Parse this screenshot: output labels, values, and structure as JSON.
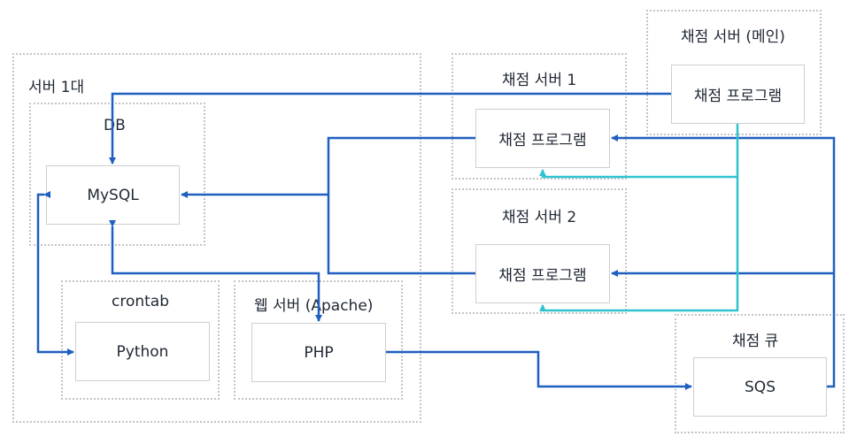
{
  "colors": {
    "primary_edge": "#1f5fbf",
    "secondary_edge": "#2ec4cf",
    "group_border": "#c4c4c8",
    "node_border": "#cfcfd3",
    "text": "#1f2733"
  },
  "groups": {
    "server1": {
      "label": "서버 1대"
    },
    "db": {
      "label": "DB"
    },
    "crontab": {
      "label": "crontab"
    },
    "web": {
      "label": "웹 서버 (Apache)"
    },
    "grader1": {
      "label": "채점 서버 1"
    },
    "grader2": {
      "label": "채점 서버 2"
    },
    "grader_main": {
      "label": "채점 서버 (메인)"
    },
    "queue": {
      "label": "채점 큐"
    }
  },
  "nodes": {
    "mysql": {
      "label": "MySQL"
    },
    "python": {
      "label": "Python"
    },
    "php": {
      "label": "PHP"
    },
    "grader1_prog": {
      "label": "채점 프로그램"
    },
    "grader2_prog": {
      "label": "채점 프로그램"
    },
    "main_prog": {
      "label": "채점 프로그램"
    },
    "sqs": {
      "label": "SQS"
    }
  },
  "edges": [
    {
      "from": "채점 서버 (메인) 채점 프로그램",
      "to": "MySQL",
      "style": "primary"
    },
    {
      "from": "채점 서버 1 채점 프로그램",
      "to": "MySQL",
      "style": "primary"
    },
    {
      "from": "채점 서버 2 채점 프로그램",
      "to": "MySQL",
      "style": "primary"
    },
    {
      "from": "MySQL",
      "to": "Python",
      "style": "primary",
      "bidirectional": true
    },
    {
      "from": "MySQL",
      "to": "PHP",
      "style": "primary",
      "bidirectional": true
    },
    {
      "from": "PHP",
      "to": "SQS",
      "style": "primary"
    },
    {
      "from": "SQS",
      "to": "채점 서버 1 채점 프로그램",
      "style": "primary"
    },
    {
      "from": "SQS",
      "to": "채점 서버 2 채점 프로그램",
      "style": "primary"
    },
    {
      "from": "채점 서버 (메인) 채점 프로그램",
      "to": "채점 서버 1 채점 프로그램",
      "style": "secondary"
    },
    {
      "from": "채점 서버 (메인) 채점 프로그램",
      "to": "채점 서버 2 채점 프로그램",
      "style": "secondary"
    }
  ]
}
